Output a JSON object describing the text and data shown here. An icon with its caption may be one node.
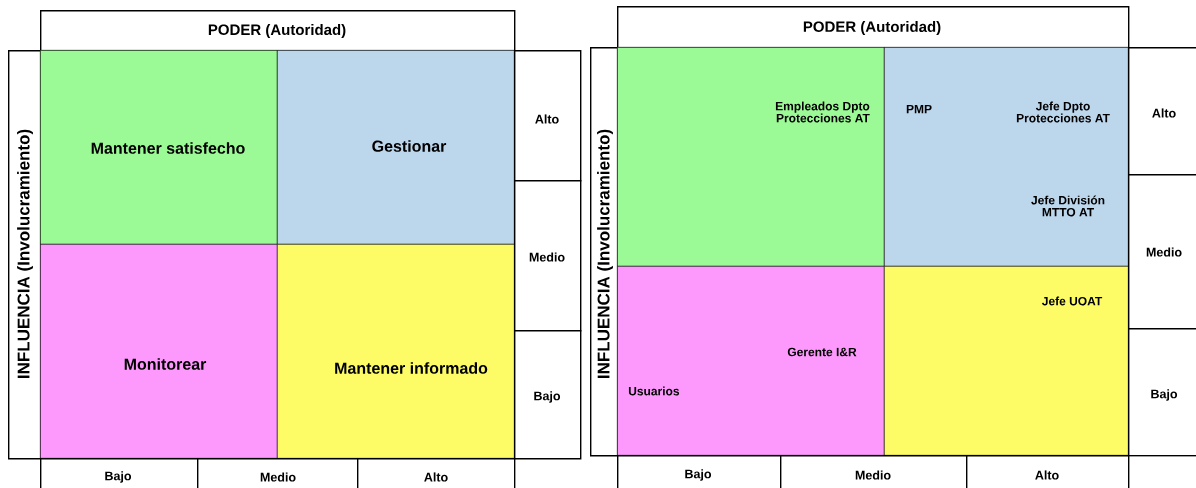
{
  "diagram": {
    "nodes": [
      {
        "text": [
          "PODER (Autoridad)"
        ]
      },
      {
        "text": [
          "INFLUENCIA (Involucramiento)"
        ]
      },
      {
        "text": [
          "Mantener satisfecho"
        ]
      },
      {
        "text": [
          "Gestionar"
        ]
      },
      {
        "text": [
          "Monitorear"
        ]
      },
      {
        "text": [
          "Mantener informado"
        ]
      },
      {
        "text": [
          "Alto"
        ]
      },
      {
        "text": [
          "Medio"
        ]
      },
      {
        "text": [
          "Bajo"
        ]
      },
      {
        "text": [
          "Bajo"
        ]
      },
      {
        "text": [
          "Medio"
        ]
      },
      {
        "text": [
          "Alto"
        ]
      },
      {
        "text": [
          "PODER (Autoridad)"
        ]
      },
      {
        "text": [
          "INFLUENCIA (Involucramiento)"
        ]
      },
      {
        "text": [
          "Empleados Dpto Protecciones AT"
        ]
      },
      {
        "text": [
          "PMP",
          "Jefe Dpto Protecciones AT",
          "Jefe División MTTO AT"
        ]
      },
      {
        "text": [
          "Gerente I&R",
          "Usuarios"
        ]
      },
      {
        "text": [
          "Jefe UOAT"
        ]
      },
      {
        "text": [
          "Alto"
        ]
      },
      {
        "text": [
          "Medio"
        ]
      },
      {
        "text": [
          "Bajo"
        ]
      },
      {
        "text": [
          "Bajo"
        ]
      },
      {
        "text": [
          "Medio"
        ]
      },
      {
        "text": [
          "Alto"
        ]
      }
    ]
  }
}
